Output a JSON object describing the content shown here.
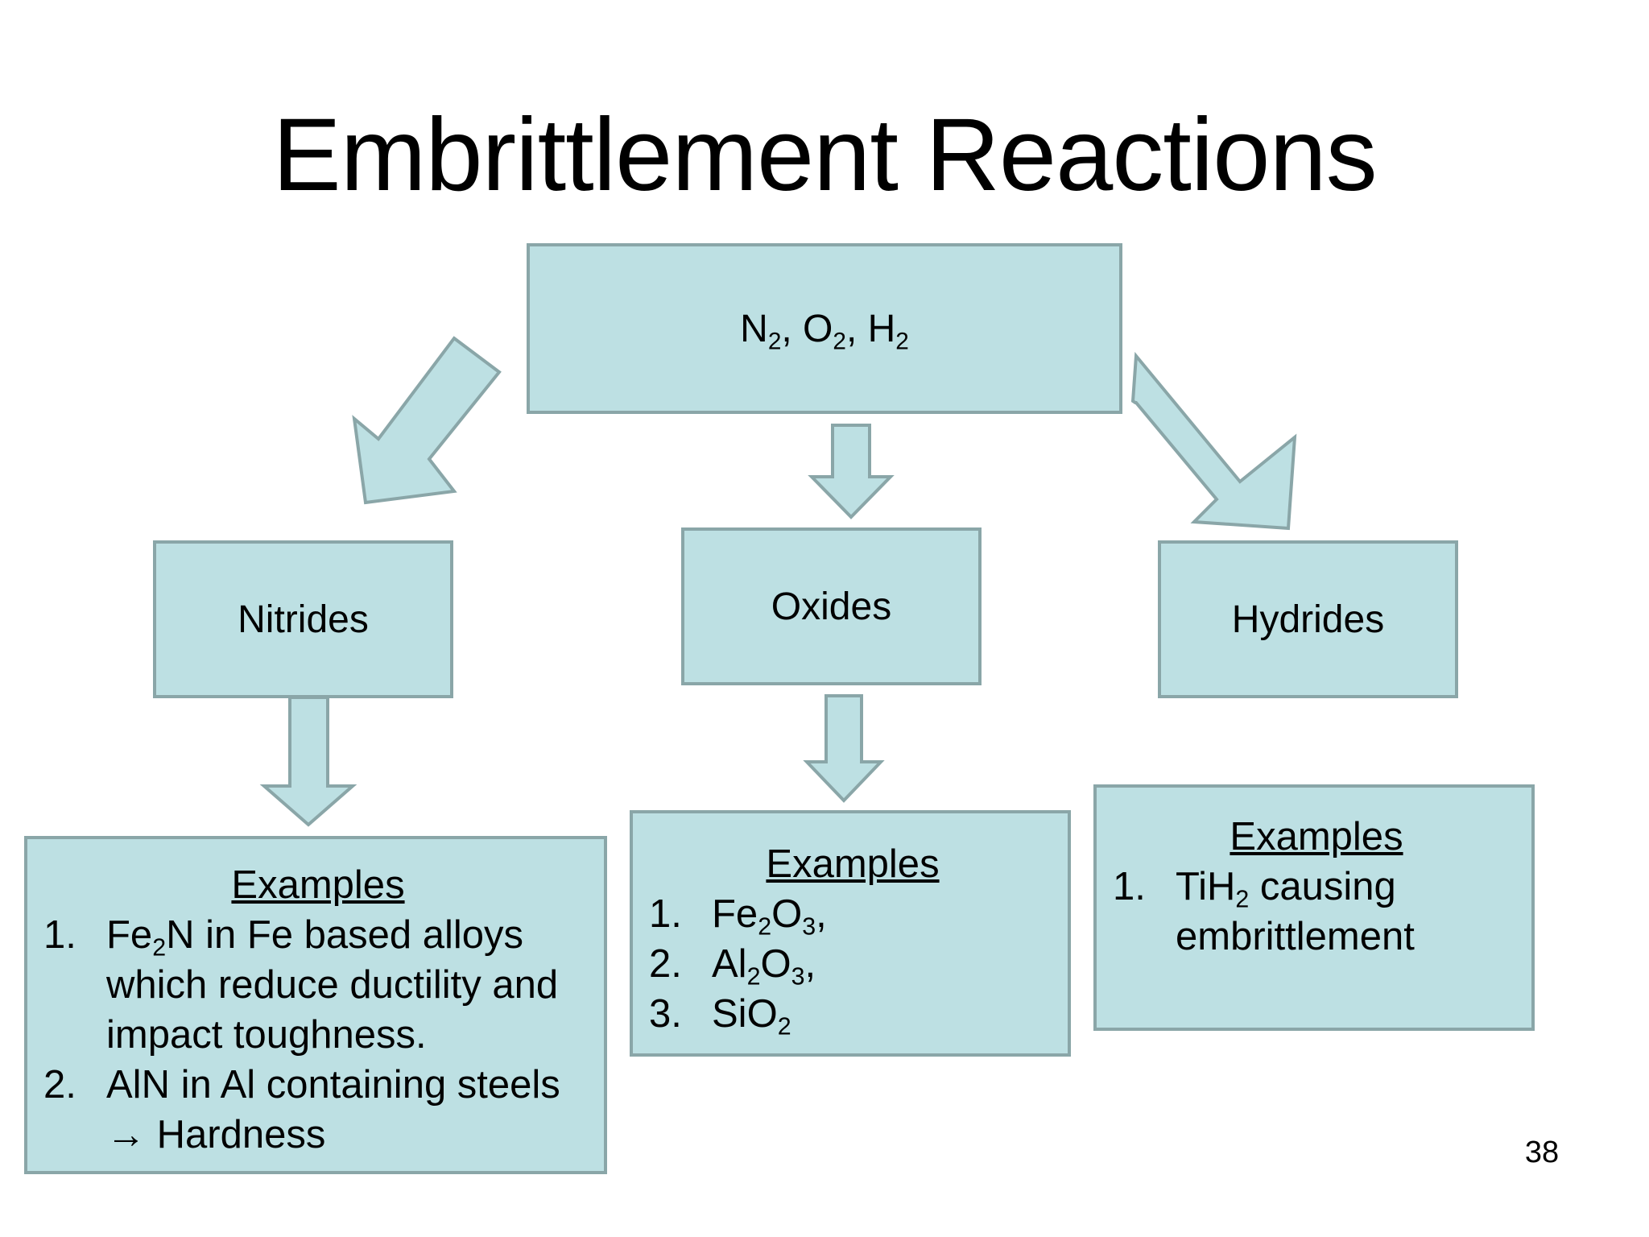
{
  "title": "Embrittlement Reactions",
  "top_box": {
    "parts": [
      "N",
      "2",
      ", O",
      "2",
      ", H",
      "2"
    ]
  },
  "categories": {
    "nitrides": "Nitrides",
    "oxides": "Oxides",
    "hydrides": "Hydrides"
  },
  "examples_heading": "Examples",
  "nitrides_examples": [
    {
      "num": "1.",
      "parts": [
        "Fe",
        "2",
        "N in Fe based alloys which  reduce ductility and impact toughness."
      ]
    },
    {
      "num": "2.",
      "parts": [
        "AlN in Al containing steels → Hardness"
      ]
    }
  ],
  "oxides_examples": [
    {
      "num": "1.",
      "parts": [
        "Fe",
        "2",
        "O",
        "3",
        ","
      ]
    },
    {
      "num": "2.",
      "parts": [
        "Al",
        "2",
        "O",
        "3",
        ","
      ]
    },
    {
      "num": "3.",
      "parts": [
        "SiO",
        "2"
      ]
    }
  ],
  "hydrides_examples": [
    {
      "num": "1.",
      "parts": [
        "TiH",
        "2",
        " causing embrittlement"
      ]
    }
  ],
  "page_number": "38",
  "colors": {
    "box_fill": "#bde0e3",
    "box_border": "#8aa6a8"
  }
}
